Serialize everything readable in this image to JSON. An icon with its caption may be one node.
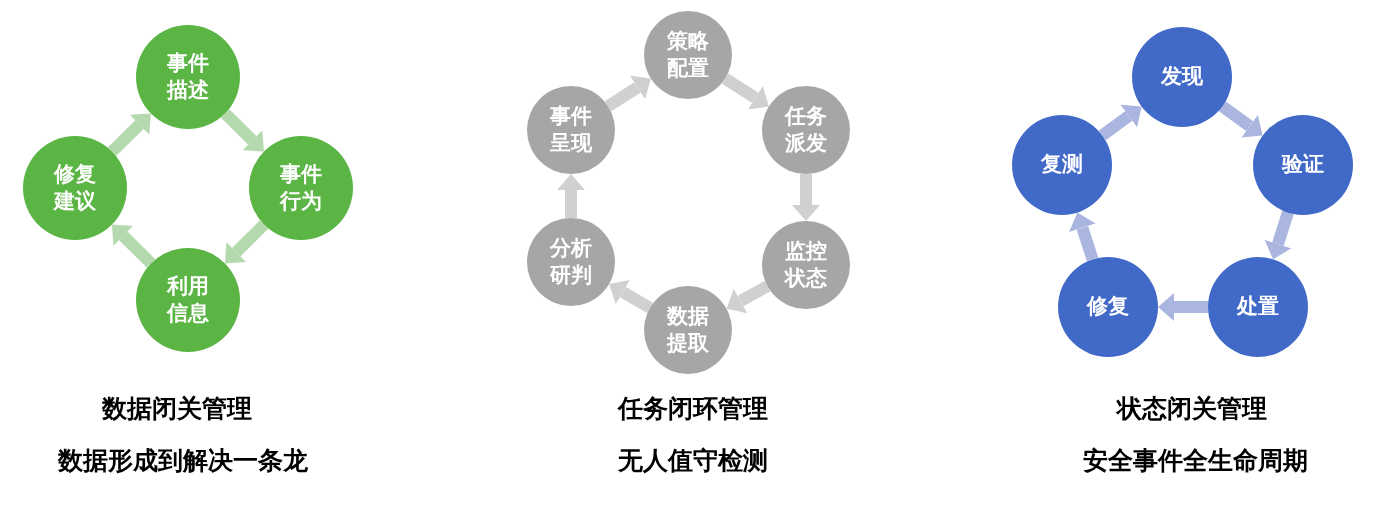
{
  "diagram": {
    "nodes": [
      {
        "text": [
          "事件描述"
        ]
      },
      {
        "text": [
          "事件行为"
        ]
      },
      {
        "text": [
          "利用信息"
        ]
      },
      {
        "text": [
          "修复建议"
        ]
      },
      {
        "text": [
          "策略配置"
        ]
      },
      {
        "text": [
          "任务派发"
        ]
      },
      {
        "text": [
          "监控状态"
        ]
      },
      {
        "text": [
          "数据提取"
        ]
      },
      {
        "text": [
          "分析研判"
        ]
      },
      {
        "text": [
          "事件呈现"
        ]
      },
      {
        "text": [
          "发现"
        ]
      },
      {
        "text": [
          "验证"
        ]
      },
      {
        "text": [
          "处置"
        ]
      },
      {
        "text": [
          "修复"
        ]
      },
      {
        "text": [
          "复测"
        ]
      }
    ],
    "edges": [
      {
        "from": 0,
        "to": 1,
        "arrow": "to",
        "color": "#b5d9ae"
      },
      {
        "from": 1,
        "to": 2,
        "arrow": "to",
        "color": "#b5d9ae"
      },
      {
        "from": 2,
        "to": 3,
        "arrow": "to",
        "color": "#b5d9ae"
      },
      {
        "from": 3,
        "to": 0,
        "arrow": "to",
        "color": "#b5d9ae"
      },
      {
        "from": 4,
        "to": 5,
        "arrow": "to"
      },
      {
        "from": 5,
        "to": 6,
        "arrow": "to"
      },
      {
        "from": 6,
        "to": 7,
        "arrow": "to"
      },
      {
        "from": 7,
        "to": 8,
        "arrow": "to"
      },
      {
        "from": 8,
        "to": 9,
        "arrow": "to"
      },
      {
        "from": 9,
        "to": 4,
        "arrow": "to"
      },
      {
        "from": 10,
        "to": 11,
        "arrow": "to",
        "color": "#aab6e0"
      },
      {
        "from": 11,
        "to": 12,
        "arrow": "to",
        "color": "#aab6e0"
      },
      {
        "from": 12,
        "to": 13,
        "arrow": "to",
        "color": "#aab6e0"
      },
      {
        "from": 13,
        "to": 14,
        "arrow": "to",
        "color": "#aab6e0"
      },
      {
        "from": 14,
        "to": 10,
        "arrow": "to",
        "color": "#aab6e0"
      }
    ],
    "labels": [
      "数据闭关管理",
      "数据形成到解决一条龙",
      "任务闭环管理",
      "无人值守检测",
      "状态闭关管理",
      "安全事件全生命周期"
    ]
  }
}
